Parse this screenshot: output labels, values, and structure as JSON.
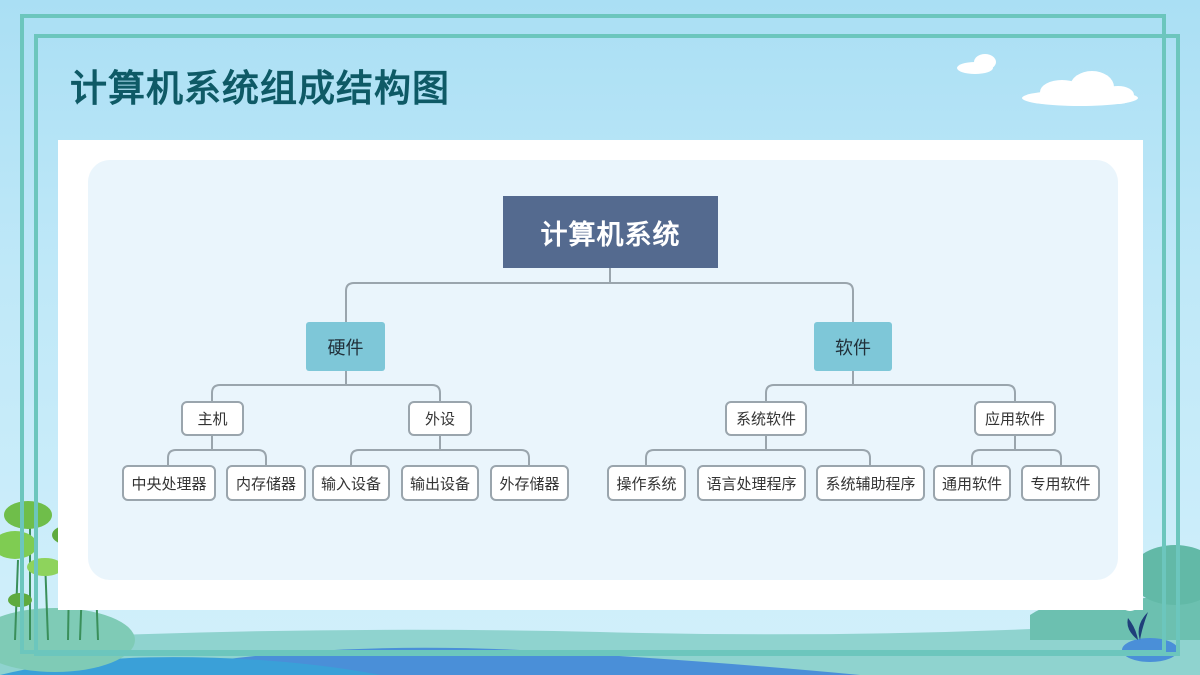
{
  "title": "计算机系统组成结构图",
  "diagram": {
    "root": "计算机系统",
    "hardware": {
      "label": "硬件",
      "host": {
        "label": "主机",
        "items": [
          "中央处理器",
          "内存储器"
        ]
      },
      "peripheral": {
        "label": "外设",
        "items": [
          "输入设备",
          "输出设备",
          "外存储器"
        ]
      }
    },
    "software": {
      "label": "软件",
      "system": {
        "label": "系统软件",
        "items": [
          "操作系统",
          "语言处理程序",
          "系统辅助程序"
        ]
      },
      "application": {
        "label": "应用软件",
        "items": [
          "通用软件",
          "专用软件"
        ]
      }
    }
  },
  "colors": {
    "frame": "#6cc6bd",
    "title": "#0e5a66",
    "root_fill": "#546a8f",
    "level1_fill": "#7ec7d8",
    "node_border": "#9aa5ad",
    "connector": "#9aa5ad"
  },
  "decorations": [
    "cloud",
    "lotus-leaves",
    "water",
    "hill",
    "lotus-flower"
  ]
}
